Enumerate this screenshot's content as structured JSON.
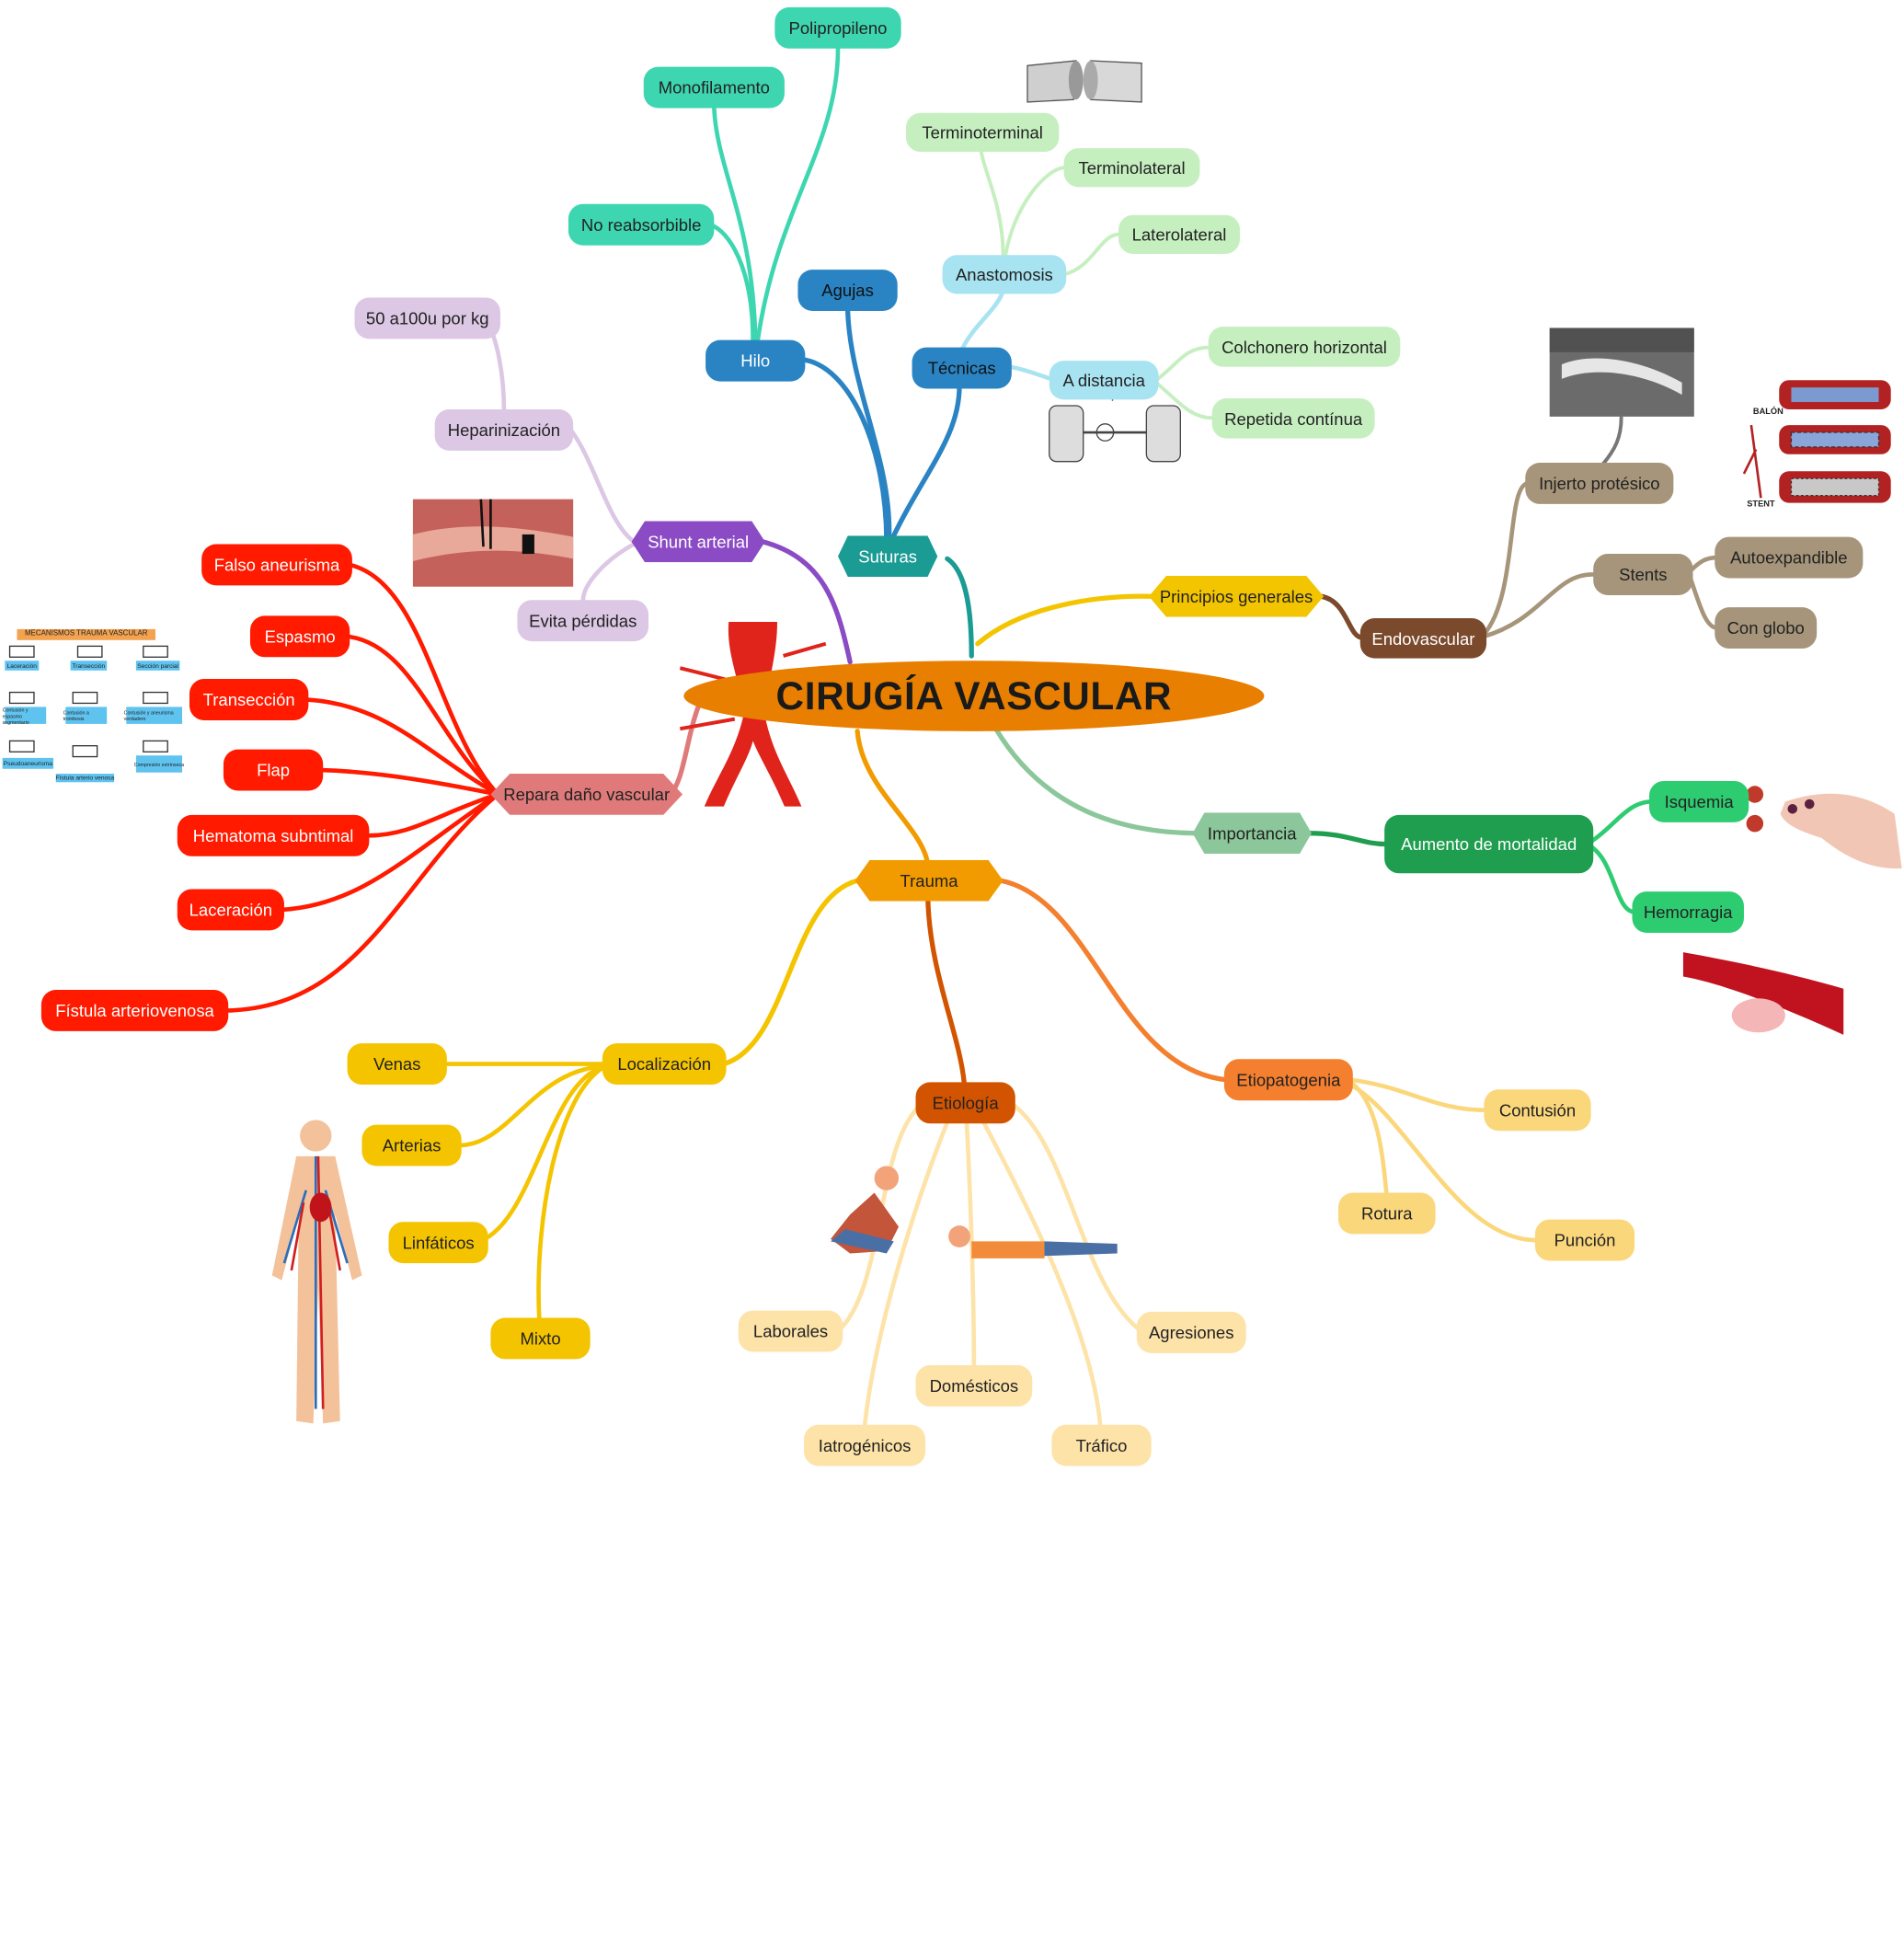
{
  "title": "CIRUGÍA VASCULAR",
  "colors": {
    "suturas": "#1a9b94",
    "hilo": "#2a84c4",
    "monofilamento": "#3dd6b0",
    "tecnicas": "#a7e3f0",
    "anastomosis": "#c6efc0",
    "shunt": "#8b4bc4",
    "heparin": "#dcc7e4",
    "principios": "#f3c500",
    "endovascular": "#7b4a2d",
    "injerto": "#a6957a",
    "importancia": "#8bc79a",
    "mortalidad": "#1f9e4f",
    "isquemia": "#2ecc71",
    "repara": "#e07a7a",
    "trauma_red": "#ff1a00",
    "trauma": "#f29b00",
    "localizacion": "#f5c400",
    "etiologia": "#d35400",
    "etio_leaf": "#fde3a8",
    "etiopatogenia": "#f47f2e",
    "etiopat_leaf": "#fbd77c",
    "center": "#e87f00"
  },
  "nodes": {
    "polipropileno": "Polipropileno",
    "monofilamento": "Monofilamento",
    "no_reabsorbible": "No reabsorbible",
    "hilo": "Hilo",
    "agujas": "Agujas",
    "suturas": "Suturas",
    "tecnicas": "Técnicas",
    "terminoterminal": "Terminoterminal",
    "terminolateral": "Terminolateral",
    "laterolateral": "Laterolateral",
    "anastomosis": "Anastomosis",
    "a_distancia": "A distancia",
    "colchonero": "Colchonero horizontal",
    "repetida": "Repetida contínua",
    "dosis": "50 a100u por kg",
    "heparinizacion": "Heparinización",
    "shunt": "Shunt arterial",
    "evita": "Evita pérdidas",
    "principios": "Principios generales",
    "endovascular": "Endovascular",
    "injerto": "Injerto protésico",
    "stents": "Stents",
    "autoexpandible": "Autoexpandible",
    "con_globo": "Con globo",
    "importancia": "Importancia",
    "mortalidad": "Aumento de mortalidad",
    "isquemia": "Isquemia",
    "hemorragia": "Hemorragia",
    "falso_aneurisma": "Falso aneurisma",
    "espasmo": "Espasmo",
    "transeccion": "Transección",
    "flap": "Flap",
    "hematoma": "Hematoma subntimal",
    "laceracion": "Laceración",
    "fistula": "Fístula arteriovenosa",
    "repara": "Repara daño vascular",
    "trauma": "Trauma",
    "localizacion": "Localización",
    "venas": "Venas",
    "arterias": "Arterias",
    "linfaticos": "Linfáticos",
    "mixto": "Mixto",
    "etiologia": "Etiología",
    "laborales": "Laborales",
    "domesticos": "Domésticos",
    "iatrogenicos": "Iatrogénicos",
    "trafico": "Tráfico",
    "agresiones": "Agresiones",
    "etiopatogenia": "Etiopatogenia",
    "contusion": "Contusión",
    "rotura": "Rotura",
    "puncion": "Punción"
  },
  "images": {
    "mecanismos_title": "MECANISMOS TRAUMA VASCULAR",
    "mecanismos_items": [
      "Laceración",
      "Transección",
      "Sección parcial",
      "Contusión y espasmo segmentario",
      "Contusión a trombosis",
      "Contusión y aneurisma verdadero",
      "Pseudoaneurisma",
      "Fístula arterio venosa",
      "Compresión extrínseca"
    ],
    "stent_labels": [
      "BALÓN",
      "STENT"
    ]
  }
}
